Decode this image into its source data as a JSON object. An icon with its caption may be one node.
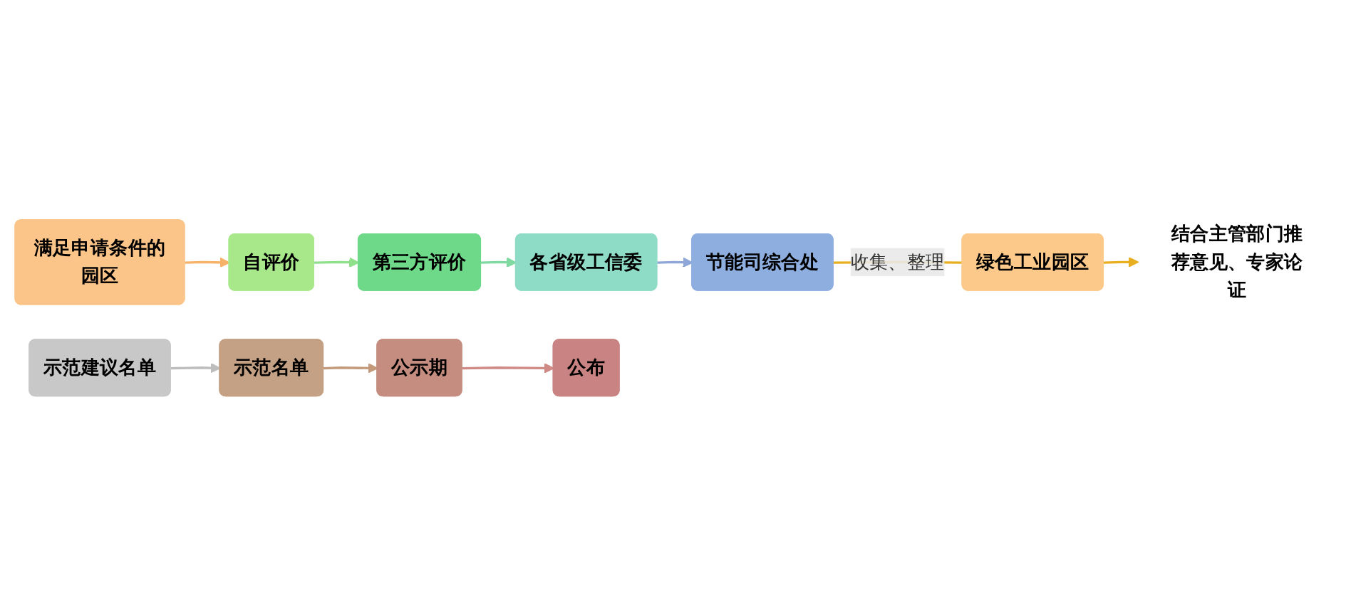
{
  "diagram": {
    "nodes": [
      {
        "text": [
          "满足申请条件的园区"
        ]
      },
      {
        "text": [
          "自评价"
        ]
      },
      {
        "text": [
          "第三方评价"
        ]
      },
      {
        "text": [
          "各省级工信委"
        ]
      },
      {
        "text": [
          "节能司综合处"
        ]
      },
      {
        "text": [
          "绿色工业园区"
        ]
      },
      {
        "text": [
          "结合主管部门推荐意见、专家论证"
        ]
      },
      {
        "text": [
          "示范建议名单"
        ]
      },
      {
        "text": [
          "示范名单"
        ]
      },
      {
        "text": [
          "公示期"
        ]
      },
      {
        "text": [
          "公布"
        ]
      }
    ],
    "edges": [
      {
        "from": 0,
        "to": 1,
        "arrow": "to",
        "color": "#f7b26a"
      },
      {
        "from": 1,
        "to": 2,
        "arrow": "to",
        "color": "#8fe08a"
      },
      {
        "from": 2,
        "to": 3,
        "arrow": "to",
        "color": "#7fd9a0"
      },
      {
        "from": 3,
        "to": 4,
        "arrow": "to",
        "color": "#8ea6d8"
      },
      {
        "from": 4,
        "to": 5,
        "arrow": "none",
        "label": "收集、整理",
        "color": "#e8b020"
      },
      {
        "from": 5,
        "to": 6,
        "arrow": "to",
        "color": "#e8b020"
      },
      {
        "from": 7,
        "to": 8,
        "arrow": "to",
        "color": "#bdbdbd"
      },
      {
        "from": 8,
        "to": 9,
        "arrow": "to",
        "color": "#c49a7c"
      },
      {
        "from": 9,
        "to": 10,
        "arrow": "to",
        "color": "#d08a86"
      }
    ]
  }
}
